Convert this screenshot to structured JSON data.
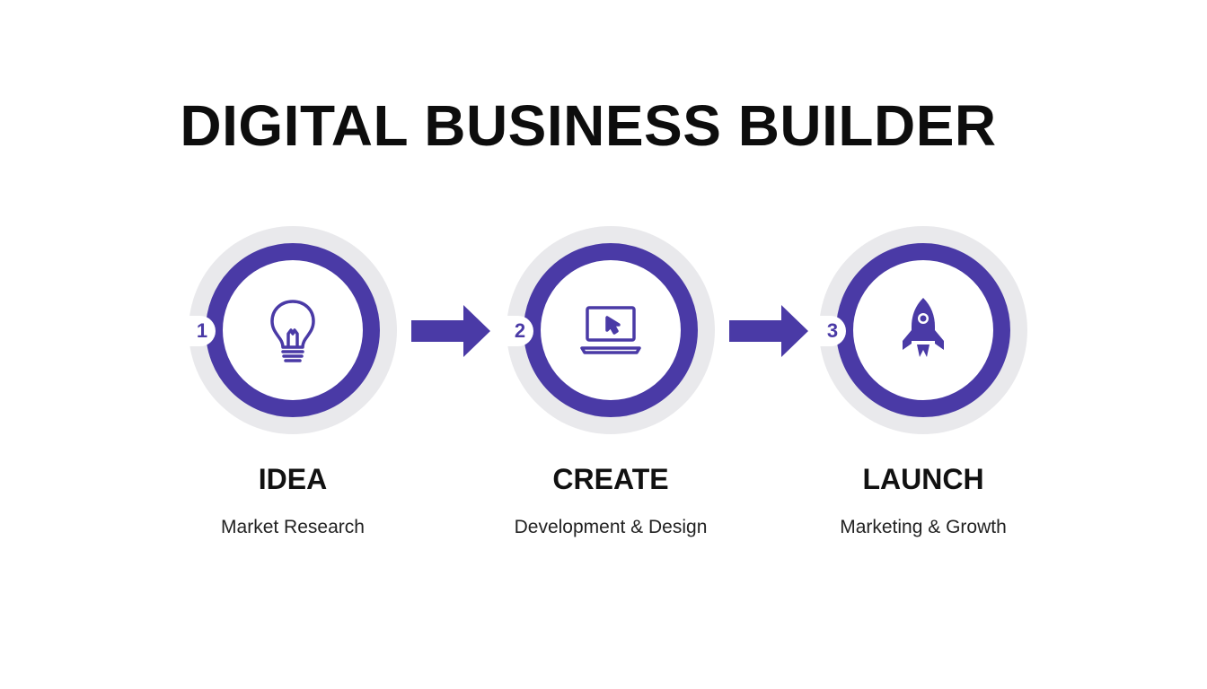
{
  "title": "DIGITAL BUSINESS BUILDER",
  "colors": {
    "accent": "#4a3aa6",
    "ring_background": "#e9e9ec",
    "text": "#111111"
  },
  "steps": [
    {
      "number": "1",
      "label": "IDEA",
      "sublabel": "Market Research",
      "icon": "lightbulb-icon"
    },
    {
      "number": "2",
      "label": "CREATE",
      "sublabel": "Development & Design",
      "icon": "laptop-cursor-icon"
    },
    {
      "number": "3",
      "label": "LAUNCH",
      "sublabel": "Marketing & Growth",
      "icon": "rocket-icon"
    }
  ]
}
